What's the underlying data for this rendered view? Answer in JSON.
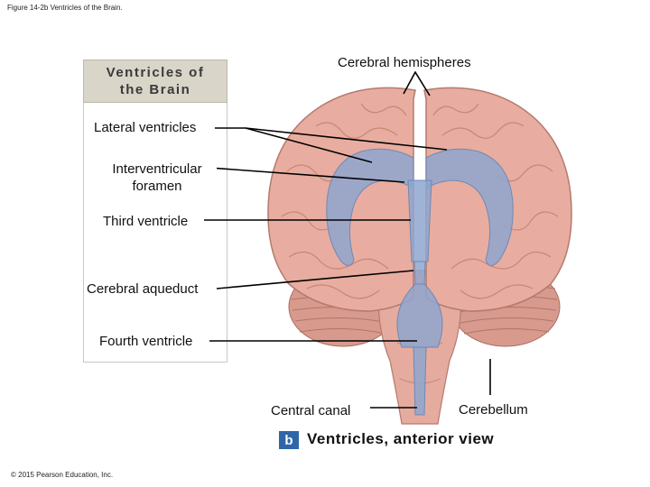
{
  "figure_caption": "Figure 14-2b Ventricles of the Brain.",
  "panel_title": "Ventricles of the Brain",
  "labels": {
    "cerebral_hemispheres": "Cerebral hemispheres",
    "lateral_ventricles": "Lateral ventricles",
    "interventricular_foramen": "Interventricular foramen",
    "third_ventricle": "Third ventricle",
    "cerebral_aqueduct": "Cerebral aqueduct",
    "fourth_ventricle": "Fourth ventricle",
    "central_canal": "Central canal",
    "cerebellum": "Cerebellum"
  },
  "view_badge": "b",
  "view_title": "Ventricles, anterior view",
  "copyright": "© 2015 Pearson Education, Inc.",
  "colors": {
    "brain": "#e8ada0",
    "brain_shade": "#c98578",
    "ventricle": "#8ea6cf",
    "cerebellum": "#d99a8e",
    "panel_header": "#d9d5c9",
    "badge": "#2f66a8"
  }
}
